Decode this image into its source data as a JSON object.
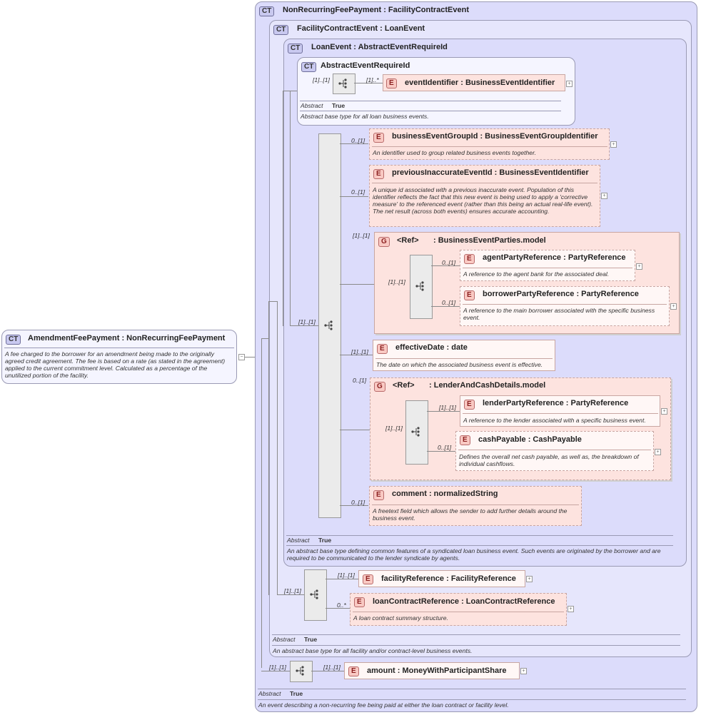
{
  "root": {
    "badge": "CT",
    "name": "AmendmentFeePayment",
    "sep": ":",
    "type": "NonRecurringFeePayment",
    "doc": "A fee charged to the borrower for an amendment being made to the originally agreed credit agreement. The fee is based on a rate (as stated in the agreement) applied to the current commitment level. Calculated as a percentage of the unutilized portion of the facility."
  },
  "ct_nonrecurring": {
    "badge": "CT",
    "title": "NonRecurringFeePayment : FacilityContractEvent",
    "abstract_label": "Abstract",
    "abstract_value": "True",
    "doc": "An event describing a non-recurring fee being paid at either the loan contract or facility level."
  },
  "ct_facility": {
    "badge": "CT",
    "title": "FacilityContractEvent : LoanEvent",
    "abstract_label": "Abstract",
    "abstract_value": "True",
    "doc": "An abstract base type for all facility and/or contract-level business events."
  },
  "ct_loan": {
    "badge": "CT",
    "title": "LoanEvent : AbstractEventRequireId",
    "abstract_label": "Abstract",
    "abstract_value": "True",
    "doc": "An abstract base type defining common features of a syndicated loan business event. Such events are originated by the borrower and are required to be communicated to the lender syndicate by agents."
  },
  "ct_abstract": {
    "badge": "CT",
    "title": "AbstractEventRequireId",
    "abstract_label": "Abstract",
    "abstract_value": "True",
    "doc": "Abstract base type for all loan business events.",
    "seq_card": "[1]..[1]",
    "elem_card": "[1]..*",
    "element": {
      "badge": "E",
      "text": "eventIdentifier : BusinessEventIdentifier"
    }
  },
  "loan_seq_card": "[1]..[1]",
  "elements": {
    "businessEventGroupId": {
      "card": "0..[1]",
      "badge": "E",
      "text": "businessEventGroupId : BusinessEventGroupIdentifier",
      "doc": "An identifier used to group related business events together."
    },
    "previousInaccurateEventId": {
      "card": "0..[1]",
      "badge": "E",
      "text": "previousInaccurateEventId : BusinessEventIdentifier",
      "doc": "A unique id associated with a previous inaccurate event. Population of this identifier reflects the fact that this new event is being used to apply a 'corrective measure' to the referenced event (rather than this being an actual real-life event). The net result (across both events) ensures accurate accounting."
    },
    "effectiveDate": {
      "card": "[1]..[1]",
      "badge": "E",
      "text": "effectiveDate : date",
      "doc": "The date on which the associated business event is effective."
    },
    "comment": {
      "card": "0..[1]",
      "badge": "E",
      "text": "comment : normalizedString",
      "doc": "A freetext field which allows the sender to add further details around the business event."
    }
  },
  "group_parties": {
    "card": "[1]..[1]",
    "badge": "G",
    "ref": "<Ref>",
    "text": ": BusinessEventParties.model",
    "seq_card": "[1]..[1]",
    "agent": {
      "card": "0..[1]",
      "badge": "E",
      "text": "agentPartyReference : PartyReference",
      "doc": "A reference to the agent bank for the associated deal."
    },
    "borrower": {
      "card": "0..[1]",
      "badge": "E",
      "text": "borrowerPartyReference : PartyReference",
      "doc": "A reference to the main borrower associated with the specific business event."
    }
  },
  "group_lender": {
    "card": "0..[1]",
    "badge": "G",
    "ref": "<Ref>",
    "text": ": LenderAndCashDetails.model",
    "seq_card": "[1]..[1]",
    "lender": {
      "card": "[1]..[1]",
      "badge": "E",
      "text": "lenderPartyReference : PartyReference",
      "doc": "A reference to the lender associated with a specific business event."
    },
    "cash": {
      "card": "0..[1]",
      "badge": "E",
      "text": "cashPayable : CashPayable",
      "doc": "Defines the overall net cash payable, as well as, the breakdown of individual cashflows."
    }
  },
  "facility_seq": {
    "card": "[1]..[1]",
    "facility": {
      "card": "[1]..[1]",
      "badge": "E",
      "text": "facilityReference : FacilityReference"
    },
    "loan": {
      "card": "0..*",
      "badge": "E",
      "text": "loanContractReference : LoanContractReference",
      "doc": "A loan contract summary structure."
    }
  },
  "amount_seq": {
    "card": "[1]..[1]",
    "amount": {
      "card": "[1]..[1]",
      "badge": "E",
      "text": "amount : MoneyWithParticipantShare"
    }
  },
  "colors": {
    "ct_fill": "#dcdcfb",
    "element_fill": "#fde3df",
    "border": "#9a9ab4"
  }
}
